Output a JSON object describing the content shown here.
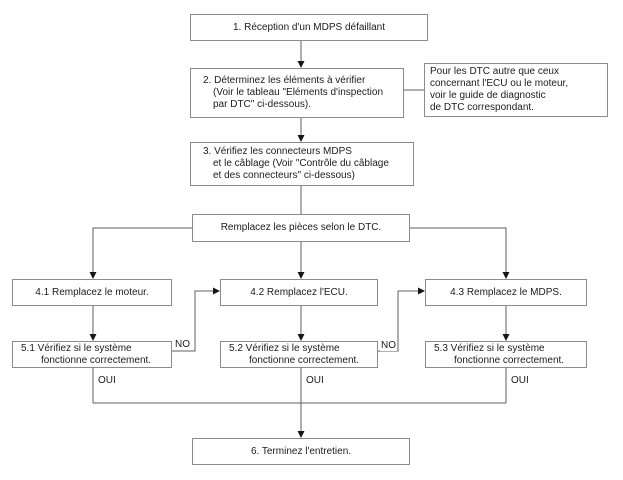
{
  "diagram": {
    "boxes": {
      "step1": {
        "label": "1. Réception d'un MDPS défaillant"
      },
      "step2": {
        "lines": [
          "2. Déterminez les éléments à vérifier",
          "(Voir le tableau \"Eléments d'inspection",
          "par DTC\" ci-dessous)."
        ]
      },
      "note": {
        "lines": [
          "Pour les DTC autre que ceux",
          "concernant l'ECU ou le moteur,",
          "voir le guide de diagnostic",
          "de DTC correspondant."
        ]
      },
      "step3": {
        "lines": [
          "3. Vérifiez les connecteurs MDPS",
          "et le câblage (Voir \"Contrôle du câblage",
          "et des connecteurs\" ci-dessous)"
        ]
      },
      "replace": {
        "label": "Remplacez les pièces selon le DTC."
      },
      "step4_1": {
        "label": "4.1 Remplacez le moteur."
      },
      "step4_2": {
        "label": "4.2 Remplacez l'ECU."
      },
      "step4_3": {
        "label": "4.3 Remplacez le MDPS."
      },
      "step5_1": {
        "lines": [
          "5.1 Vérifiez si le système",
          "fonctionne correctement."
        ]
      },
      "step5_2": {
        "lines": [
          "5.2 Vérifiez si le système",
          "fonctionne correctement."
        ]
      },
      "step5_3": {
        "lines": [
          "5.3 Vérifiez si le système",
          "fonctionne correctement."
        ]
      },
      "step6": {
        "label": "6. Terminez l'entretien."
      }
    },
    "edge_labels": {
      "no_1": "NO",
      "no_2": "NO",
      "oui_1": "OUI",
      "oui_2": "OUI",
      "oui_3": "OUI"
    },
    "colors": {
      "background": "#ffffff",
      "box_border": "#8c8c8c",
      "line": "#5f5f5f",
      "arrowhead": "#161616",
      "text": "#1c1c1c"
    }
  }
}
